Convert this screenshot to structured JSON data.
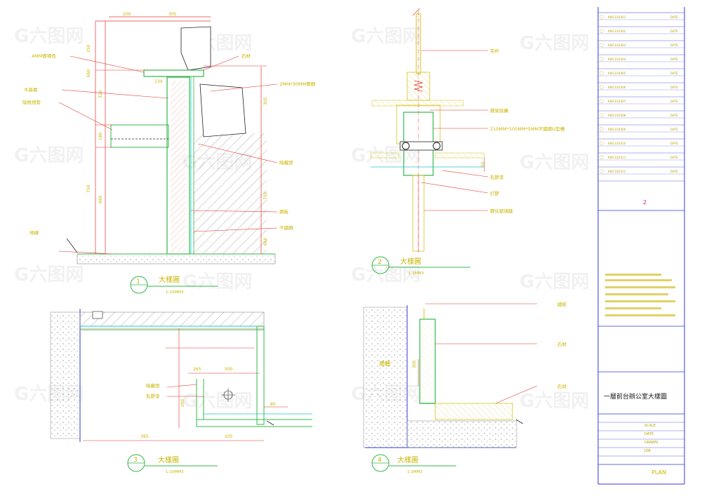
{
  "details": {
    "d1": {
      "number": "1",
      "title": "大樣圖",
      "scale": "1:10MM3",
      "labels": [
        "4MM實褐色",
        "石材",
        "木基層",
        "陰極燈管",
        "2MM*30MM實鋼",
        "暗藏燈",
        "鋼板",
        "不鏽鋼",
        "地磚"
      ],
      "dims": [
        "200",
        "305",
        "250",
        "660",
        "310",
        "660",
        "750",
        "305",
        "180",
        "134",
        "750",
        "660"
      ]
    },
    "d2": {
      "number": "2",
      "title": "大樣圖",
      "scale": "1:2MM3",
      "labels": [
        "吊杆",
        "鋼架結構",
        "210MM*105MM*5MM不鏽鋼U型槽",
        "乳膠漆",
        "打膠",
        "鋼化玻璃牆"
      ],
      "dims": [
        "50"
      ]
    },
    "d3": {
      "number": "3",
      "title": "大樣圖",
      "scale": "1:10MM3",
      "labels": [
        "暗藏燈",
        "乳膠漆"
      ],
      "dims": [
        "500",
        "395",
        "105",
        "200",
        "265",
        "80"
      ]
    },
    "d4": {
      "number": "4",
      "title": "大樣圖",
      "scale": "1:2MM3",
      "labels": [
        "牆紙",
        "石材",
        "石材",
        "牆體"
      ],
      "dims": [
        "300"
      ]
    }
  },
  "title_block": {
    "drawing_title": "一層前台辦公室大樣圖",
    "plan_label": "PLAN",
    "sheet_no": "2",
    "scale_label": "SCALE",
    "date_label": "DATE",
    "drawn_label": "DRAWN",
    "job_label": "JOB",
    "revision_rows": [
      "KW1310301",
      "KW1310302",
      "KW1310303",
      "KW1310304",
      "KW1310305",
      "KW1310306",
      "KW1310307",
      "KW1310308",
      "KW1310309",
      "KW1310310",
      "KW1310311",
      "KW1310312"
    ],
    "revision_col": "DATE"
  },
  "colors": {
    "background": "#ffffff",
    "dimension": "#e0362d",
    "text": "#d6c21c",
    "section": "#32b84a",
    "border": "#2f3bd8",
    "cyan": "#1ec8d2"
  }
}
